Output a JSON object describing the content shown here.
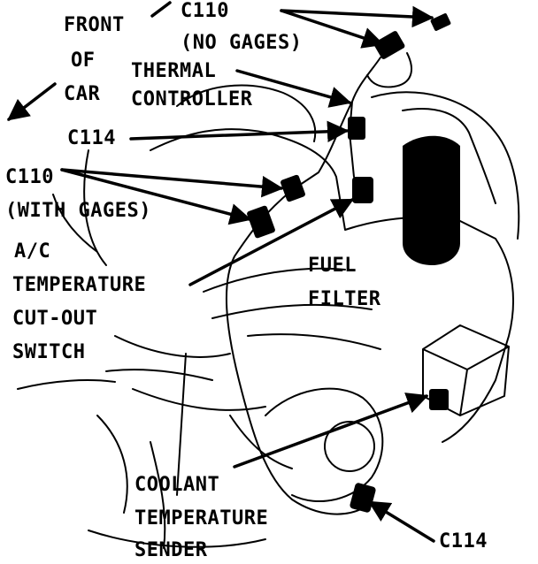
{
  "labels": {
    "front_of_car": [
      "FRONT",
      "OF",
      "CAR"
    ],
    "c110_no_gages": [
      "C110",
      "(NO GAGES)"
    ],
    "thermal_controller": [
      "THERMAL",
      "CONTROLLER"
    ],
    "c114_top": "C114",
    "c110_with_gages": [
      "C110",
      "(WITH GAGES)"
    ],
    "ac_switch": [
      "A/C",
      "TEMPERATURE",
      "CUT-OUT",
      "SWITCH"
    ],
    "fuel_filter": [
      "FUEL",
      "FILTER"
    ],
    "coolant_sender": [
      "COOLANT",
      "TEMPERATURE",
      "SENDER"
    ],
    "c114_bottom": "C114"
  },
  "colors": {
    "ink": "#000000",
    "paper": "#ffffff"
  }
}
